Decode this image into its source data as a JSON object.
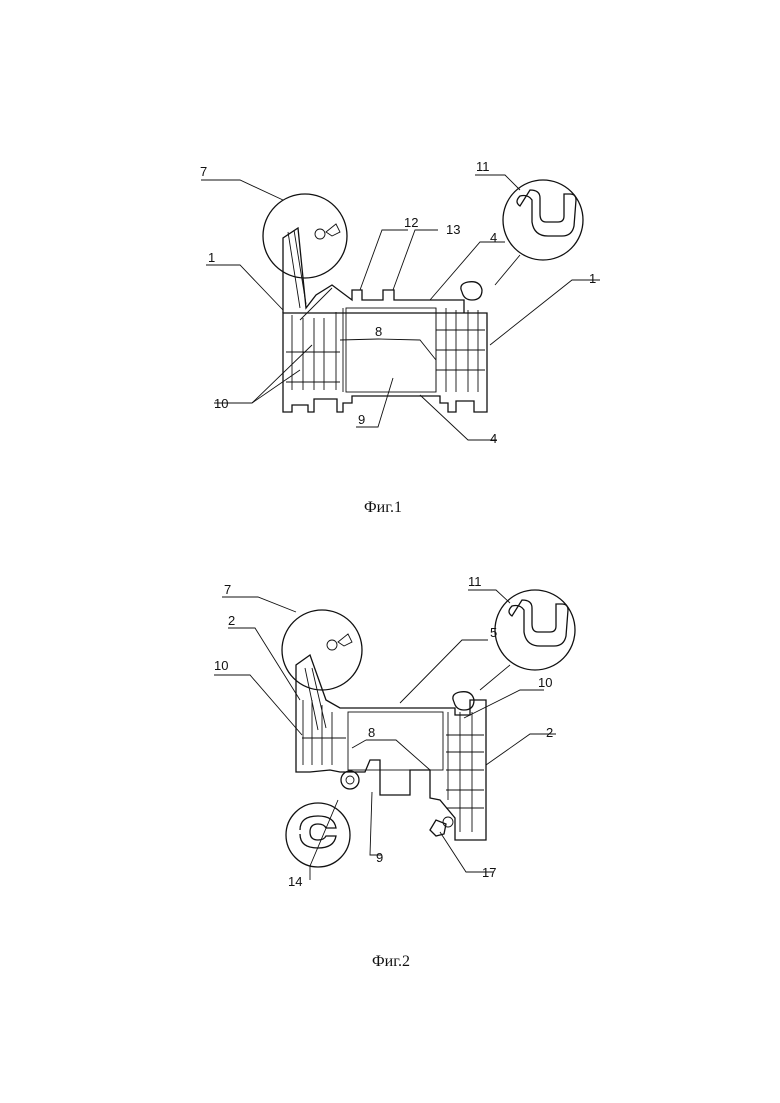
{
  "figure1": {
    "caption": "Фиг.1",
    "labels": {
      "l7": "7",
      "l11": "11",
      "l12": "12",
      "l13": "13",
      "l4_top": "4",
      "l1_left": "1",
      "l1_right": "1",
      "l8": "8",
      "l10": "10",
      "l9": "9",
      "l4_bottom": "4"
    }
  },
  "figure2": {
    "caption": "Фиг.2",
    "labels": {
      "l7": "7",
      "l11": "11",
      "l2_left": "2",
      "l5": "5",
      "l10_left": "10",
      "l10_right": "10",
      "l8": "8",
      "l2_right": "2",
      "l14": "14",
      "l9": "9",
      "l17": "17"
    }
  }
}
